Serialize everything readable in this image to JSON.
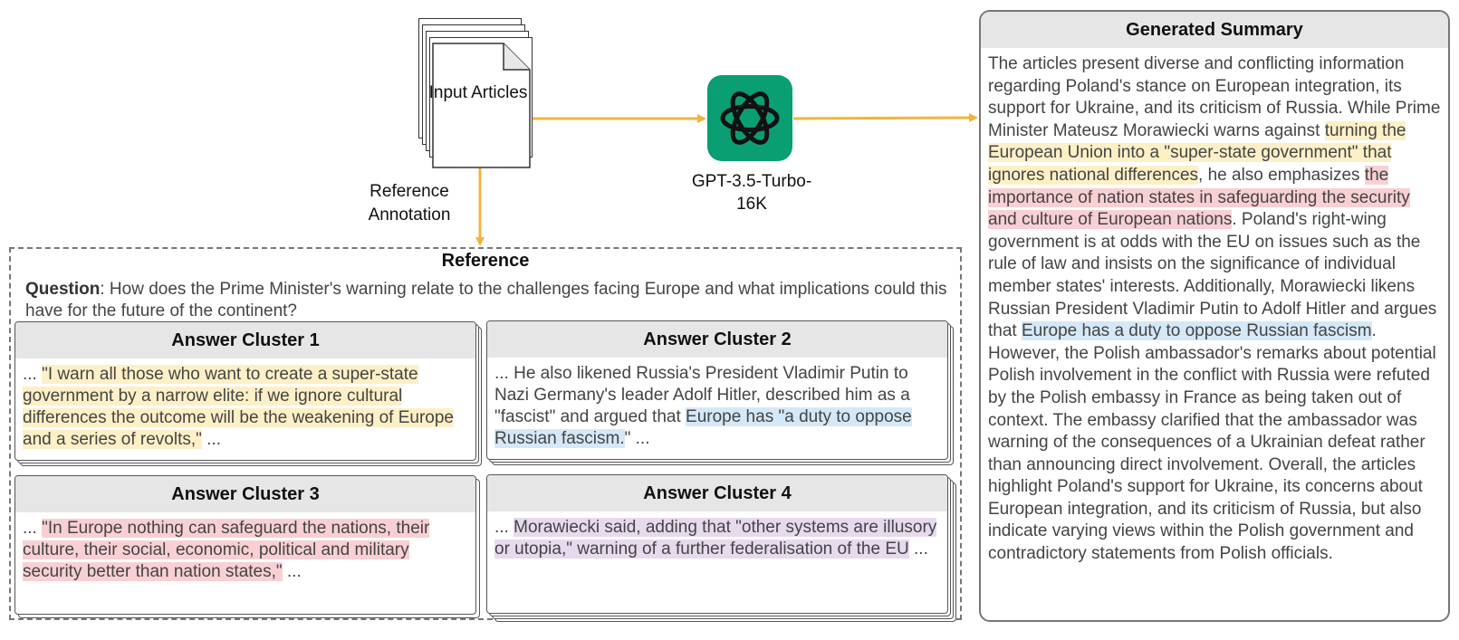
{
  "input": {
    "label": "Input Articles"
  },
  "reference_annotation": {
    "label": "Reference Annotation"
  },
  "model": {
    "label": "GPT-3.5-Turbo-16K",
    "icon": "openai-logo-icon",
    "color": "#0a9e73"
  },
  "reference": {
    "title": "Reference",
    "question_label": "Question",
    "question_text": ": How does the Prime Minister's warning relate to the challenges facing Europe and what implications could this have for the future of the continent?",
    "clusters": [
      {
        "title": "Answer Cluster 1",
        "pre": "... ",
        "highlight": "\"I warn all those who want to create a super-state government by a narrow elite: if we ignore cultural differences the outcome will be the weakening of Europe and a series of revolts,\"",
        "post": " ...",
        "color": "#fdf0c6"
      },
      {
        "title": "Answer Cluster 2",
        "pre": "... He also likened Russia's President Vladimir Putin to Nazi Germany's leader Adolf Hitler, described him as a \"fascist\" and argued that ",
        "highlight": "Europe has \"a duty to oppose Russian fascism.",
        "post": "\" ...",
        "color": "#d5e8f7"
      },
      {
        "title": "Answer Cluster 3",
        "pre": "... ",
        "highlight": "\"In Europe nothing can safeguard the nations, their culture, their social, economic, political and military security better than nation states,\"",
        "post": " ...",
        "color": "#f8d0d3"
      },
      {
        "title": "Answer Cluster 4",
        "pre": "... ",
        "highlight": "Morawiecki said, adding that \"other systems are illusory or utopia,\" warning of a further federalisation of the EU",
        "post": " ...",
        "color": "#e6daee"
      }
    ]
  },
  "summary": {
    "title": "Generated Summary",
    "seg1": "The articles present diverse and conflicting information regarding Poland's stance on European integration, its support for Ukraine, and its criticism of Russia. While Prime Minister Mateusz Morawiecki warns against ",
    "hl1": "turning the European Union into a \"super-state government\" that ignores national differences",
    "seg2": ", he also emphasizes ",
    "hl2": "the importance of nation states in safeguarding the security and culture of European nations",
    "seg3": ". Poland's right-wing government is at odds with the EU on issues such as the rule of law and insists on the significance of individual member states' interests. Additionally, Morawiecki likens Russian President Vladimir Putin to Adolf Hitler and argues that ",
    "hl3": "Europe has a duty to oppose Russian fascism",
    "seg4": ". However, the Polish ambassador's remarks about potential Polish involvement in the conflict with Russia were refuted by the Polish embassy in France as being taken out of context. The embassy clarified that the ambassador was warning of the consequences of a Ukrainian defeat rather than announcing direct involvement. Overall, the articles highlight Poland's support for Ukraine, its concerns about European integration, and its criticism of Russia, but also indicate varying views within the Polish government and contradictory statements from Polish officials."
  },
  "colors": {
    "arrow": "#f2b53c",
    "highlight_yellow": "#fdf0c6",
    "highlight_blue": "#d5e8f7",
    "highlight_red": "#f8d0d3",
    "highlight_purple": "#e6daee"
  }
}
